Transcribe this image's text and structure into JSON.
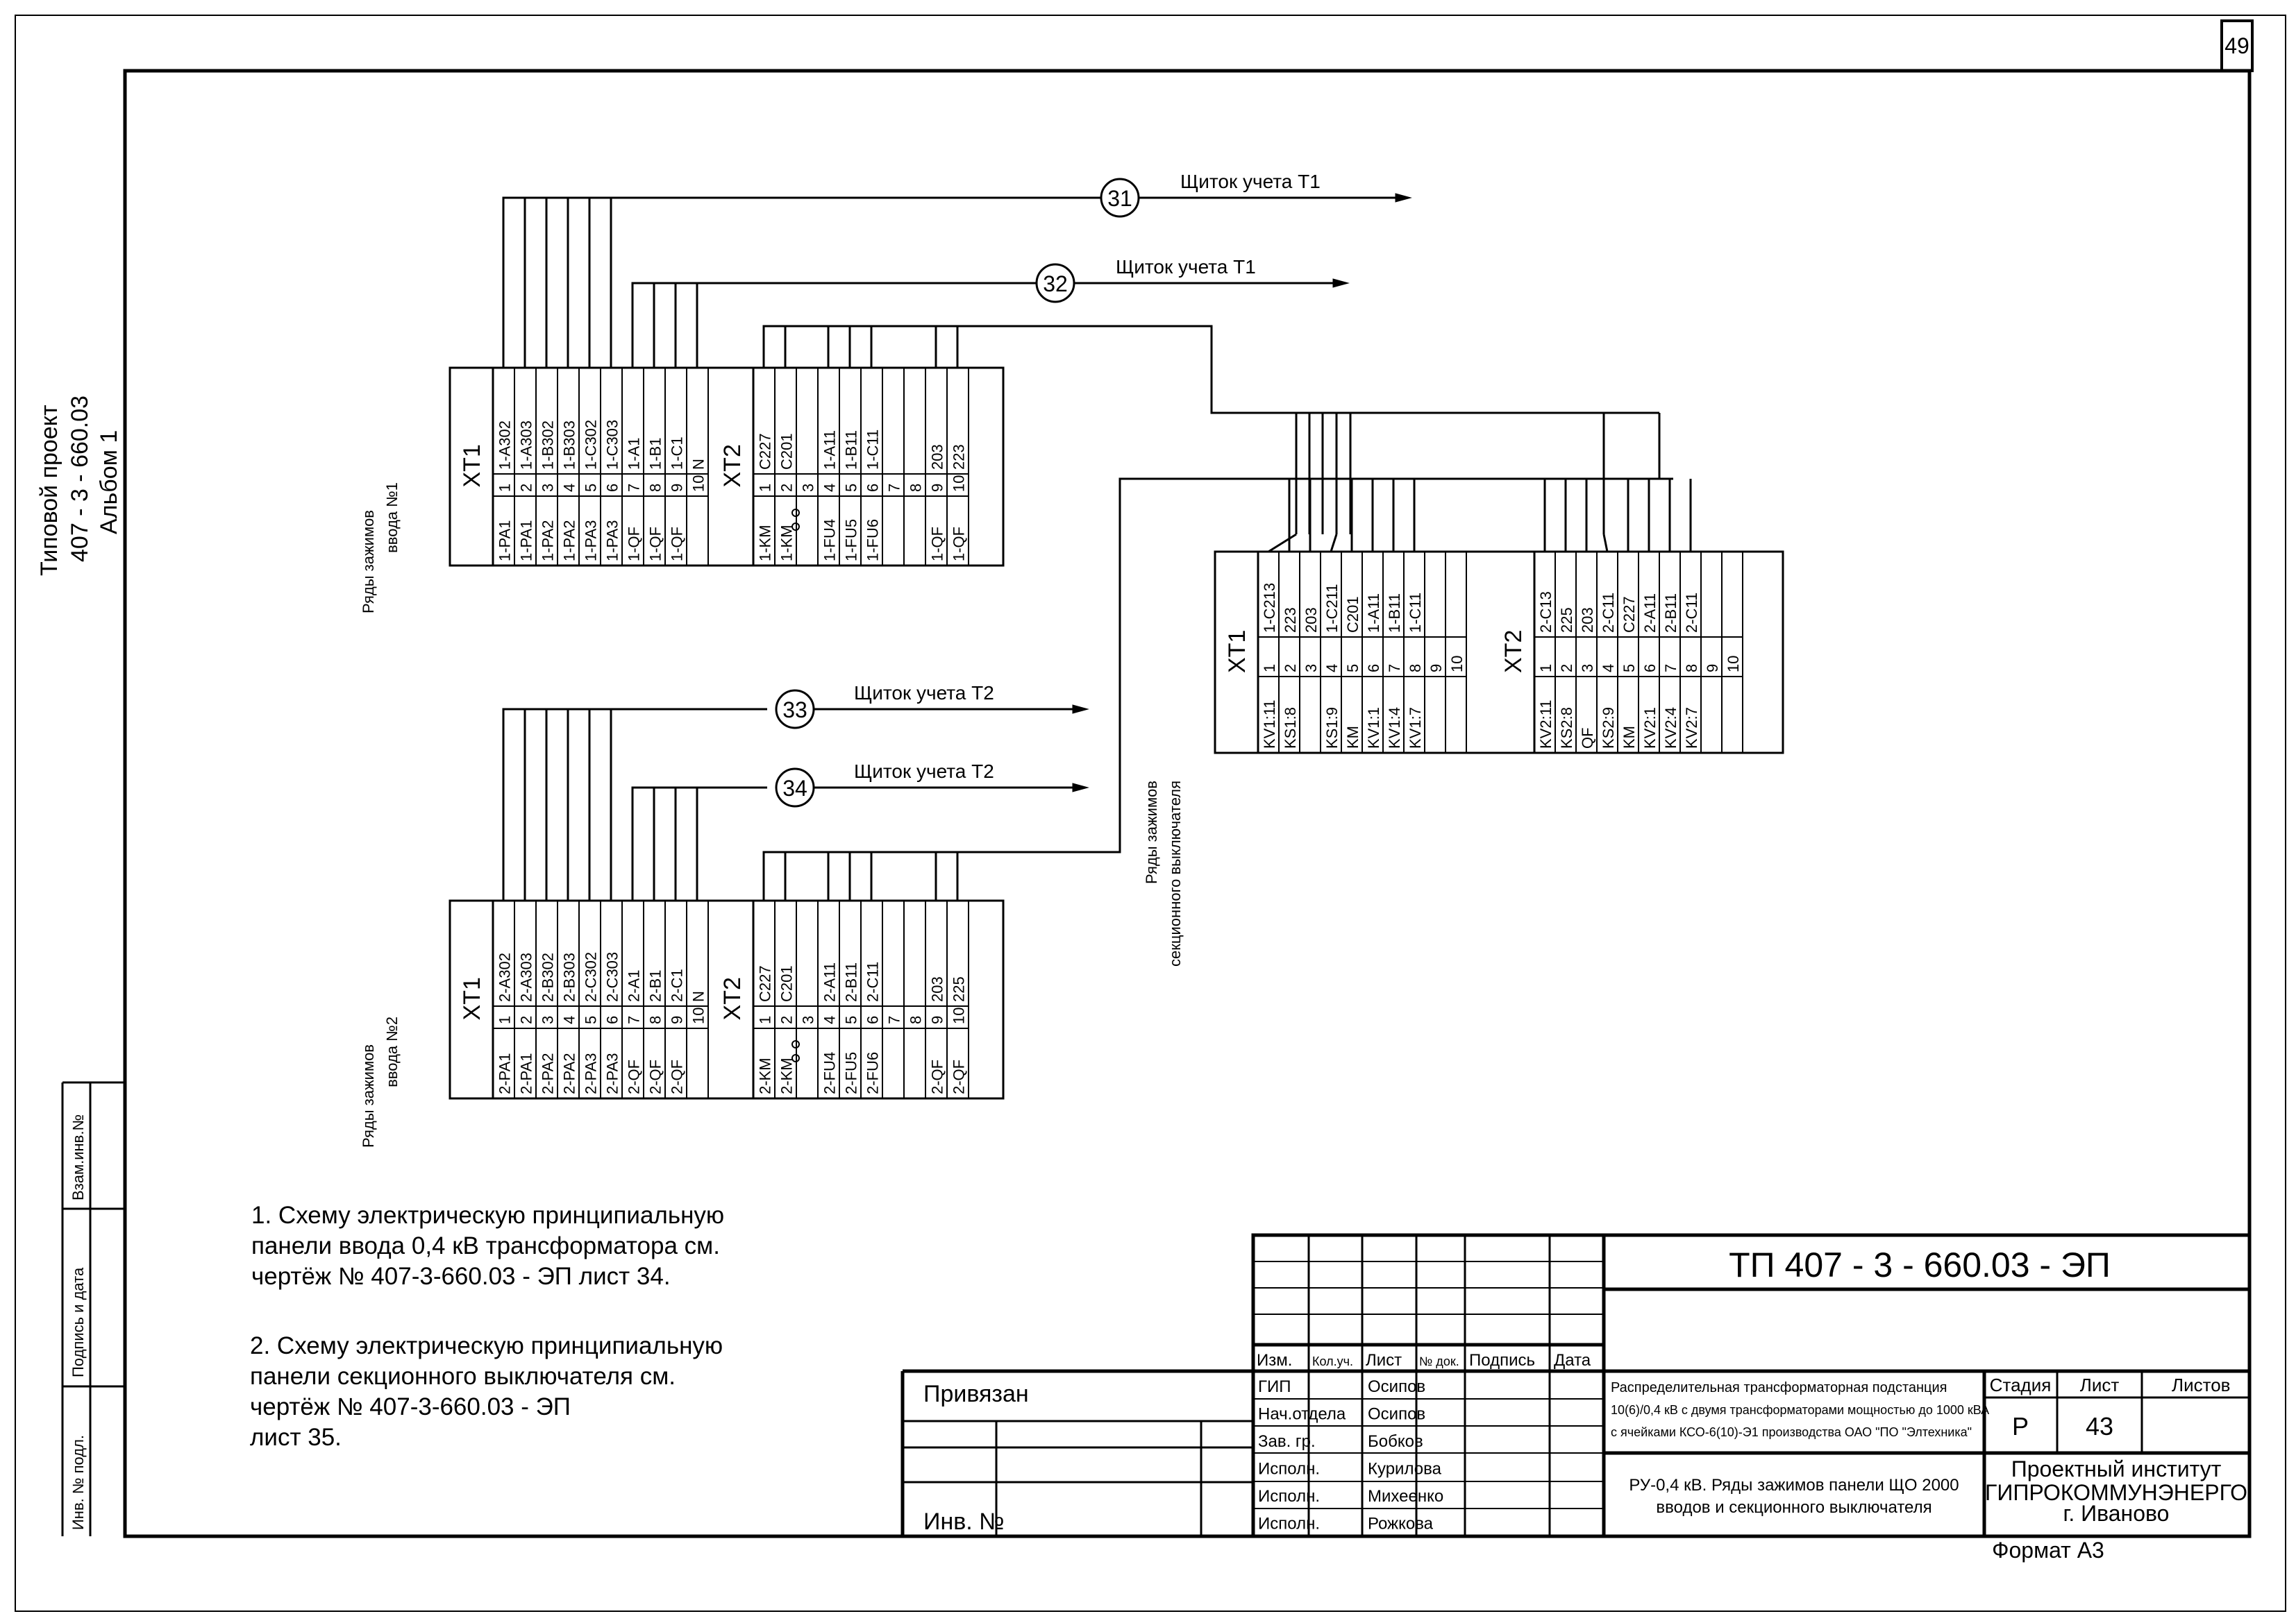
{
  "sheet_number": "49",
  "side_stamp": {
    "line1": "Типовой проект",
    "line2": "407 - 3 - 660.03",
    "line3": "Альбом 1"
  },
  "left_strip": {
    "inv_podl": "Инв. № подл.",
    "podpis": "Подпись и дата",
    "vzam": "Взам.инв.№"
  },
  "blocks": {
    "in1": {
      "label_line1": "Ряды зажимов",
      "label_line2": "ввода №1",
      "xt1_name": "XT1",
      "xt1_top": [
        "1-A302",
        "1-A303",
        "1-B302",
        "1-B303",
        "1-C302",
        "1-C303",
        "1-A1",
        "1-B1",
        "1-C1",
        "N"
      ],
      "xt1_num": [
        "1",
        "2",
        "3",
        "4",
        "5",
        "6",
        "7",
        "8",
        "9",
        "10"
      ],
      "xt1_bot": [
        "1-PA1",
        "1-PA1",
        "1-PA2",
        "1-PA2",
        "1-PA3",
        "1-PA3",
        "1-QF",
        "1-QF",
        "1-QF",
        ""
      ],
      "xt2_name": "XT2",
      "xt2_top": [
        "C227",
        "C201",
        "",
        "1-A11",
        "1-B11",
        "1-C11",
        "",
        "",
        "203",
        "223"
      ],
      "xt2_num": [
        "1",
        "2",
        "3",
        "4",
        "5",
        "6",
        "7",
        "8",
        "9",
        "10"
      ],
      "xt2_bot": [
        "1-KM",
        "1-KM",
        "",
        "1-FU4",
        "1-FU5",
        "1-FU6",
        "",
        "",
        "1-QF",
        "1-QF"
      ]
    },
    "in2": {
      "label_line1": "Ряды зажимов",
      "label_line2": "ввода №2",
      "xt1_name": "XT1",
      "xt1_top": [
        "2-A302",
        "2-A303",
        "2-B302",
        "2-B303",
        "2-C302",
        "2-C303",
        "2-A1",
        "2-B1",
        "2-C1",
        "N"
      ],
      "xt1_num": [
        "1",
        "2",
        "3",
        "4",
        "5",
        "6",
        "7",
        "8",
        "9",
        "10"
      ],
      "xt1_bot": [
        "2-PA1",
        "2-PA1",
        "2-PA2",
        "2-PA2",
        "2-PA3",
        "2-PA3",
        "2-QF",
        "2-QF",
        "2-QF",
        ""
      ],
      "xt2_name": "XT2",
      "xt2_top": [
        "C227",
        "C201",
        "",
        "2-A11",
        "2-B11",
        "2-C11",
        "",
        "",
        "203",
        "225"
      ],
      "xt2_num": [
        "1",
        "2",
        "3",
        "4",
        "5",
        "6",
        "7",
        "8",
        "9",
        "10"
      ],
      "xt2_bot": [
        "2-KM",
        "2-KM",
        "",
        "2-FU4",
        "2-FU5",
        "2-FU6",
        "",
        "",
        "2-QF",
        "2-QF"
      ]
    },
    "sec": {
      "label_line1": "Ряды зажимов",
      "label_line2": "секционного выключателя",
      "xt1_name": "XT1",
      "xt1_top": [
        "1-C213",
        "223",
        "203",
        "1-C211",
        "C201",
        "1-A11",
        "1-B11",
        "1-C11",
        "",
        ""
      ],
      "xt1_num": [
        "1",
        "2",
        "3",
        "4",
        "5",
        "6",
        "7",
        "8",
        "9",
        "10"
      ],
      "xt1_bot": [
        "KV1:11",
        "KS1:8",
        "",
        "KS1:9",
        "KM",
        "KV1:1",
        "KV1:4",
        "KV1:7",
        "",
        ""
      ],
      "xt2_name": "XT2",
      "xt2_top": [
        "2-C13",
        "225",
        "203",
        "2-C11",
        "C227",
        "2-A11",
        "2-B11",
        "2-C11",
        "",
        ""
      ],
      "xt2_num": [
        "1",
        "2",
        "3",
        "4",
        "5",
        "6",
        "7",
        "8",
        "9",
        "10"
      ],
      "xt2_bot": [
        "KV2:11",
        "KS2:8",
        "QF",
        "KS2:9",
        "KM",
        "KV2:1",
        "KV2:4",
        "KV2:7",
        "",
        ""
      ]
    }
  },
  "cables": [
    {
      "num": "31",
      "label": "Щиток  учета Т1"
    },
    {
      "num": "32",
      "label": "Щиток  учета Т1"
    },
    {
      "num": "33",
      "label": "Щиток  учета Т2"
    },
    {
      "num": "34",
      "label": "Щиток  учета Т2"
    }
  ],
  "notes": {
    "n1_l1": "1. Схему электрическую принципиальную",
    "n1_l2": "панели ввода 0,4 кВ трансформатора см.",
    "n1_l3": "чертёж № 407-3-660.03 - ЭП лист 34.",
    "n2_l1": "2. Схему электрическую принципиальную",
    "n2_l2": "панели секционного выключателя см.",
    "n2_l3": "чертёж № 407-3-660.03 - ЭП",
    "n2_l4": " лист 35."
  },
  "title_block": {
    "privyazan": "Привязан",
    "inv_no": "Инв. №",
    "code": "ТП  407 - 3 - 660.03 - ЭП",
    "headers": [
      "Изм.",
      "Кол.уч.",
      "Лист",
      "№ док.",
      "Подпись",
      "Дата"
    ],
    "roles": [
      "ГИП",
      "Нач.отдела",
      "Зав. гр.",
      "Исполн.",
      "Исполн.",
      "Исполн."
    ],
    "names": [
      "Осипов",
      "Осипов",
      "Бобков",
      "Курилова",
      "Михеенко",
      "Рожкова"
    ],
    "desc_l1": "Распределительная трансформаторная подстанция",
    "desc_l2": "10(6)/0,4 кВ с двумя трансформаторами мощностью  до 1000 кВА",
    "desc_l3": "с ячейками КСО-6(10)-Э1 производства ОАО \"ПО \"Элтехника\"",
    "sheet_l1": "РУ-0,4 кВ. Ряды зажимов панели ЩО 2000",
    "sheet_l2": "вводов и секционного выключателя",
    "stadia_label": "Стадия",
    "list_label": "Лист",
    "listov_label": "Листов",
    "stadia": "Р",
    "list": "43",
    "listov": "",
    "org_l1": "Проектный институт",
    "org_l2": "ГИПРОКОММУНЭНЕРГО",
    "org_l3": "г. Иваново",
    "format": "Формат А3"
  }
}
